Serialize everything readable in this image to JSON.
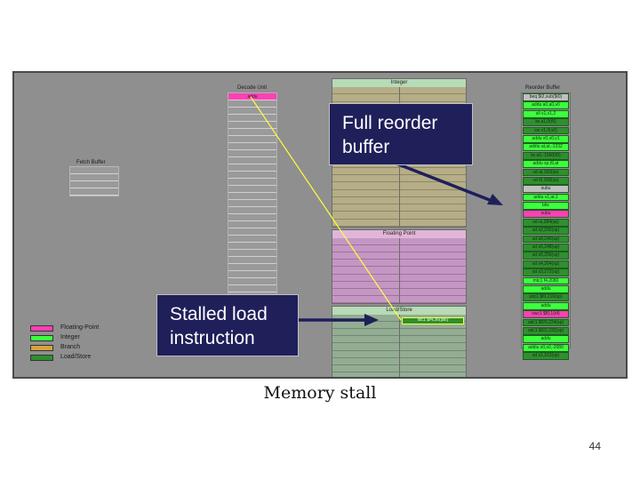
{
  "figure": {
    "caption": "Memory stall",
    "page_number": "44"
  },
  "units": {
    "fetch": {
      "label": "Fetch Buffer"
    },
    "decode": {
      "label": "Decode Unit",
      "head_entry": "addu"
    },
    "integer": {
      "label": "Integer"
    },
    "floating_point": {
      "label": "Floating Point"
    },
    "load_store": {
      "label": "Load/Store",
      "stalled_entry": "ldc1 $f4,36($t6)"
    },
    "reorder_buffer": {
      "label": "Reorder Buffer"
    }
  },
  "reorder_buffer_entries": [
    {
      "text": "beq $t2,sub($t0)",
      "kind": "plain"
    },
    {
      "text": "addu a0,a0,v0",
      "kind": "int"
    },
    {
      "text": "sll v1,v1,2",
      "kind": "int"
    },
    {
      "text": "lw a1,0(t5)",
      "kind": "ls"
    },
    {
      "text": "sw v1,0(s0)",
      "kind": "ls"
    },
    {
      "text": "addu v0,v0,v1",
      "kind": "int"
    },
    {
      "text": "addiu at,at,-1332",
      "kind": "int"
    },
    {
      "text": "lw a0,-1560(t0)",
      "kind": "ls"
    },
    {
      "text": "addu sp,t9,at",
      "kind": "int"
    },
    {
      "text": "sd at,100(sp)",
      "kind": "ls"
    },
    {
      "text": "sd t0,108(sp)",
      "kind": "ls"
    },
    {
      "text": "subu",
      "kind": "plain"
    },
    {
      "text": "addu v1,at,1",
      "kind": "int"
    },
    {
      "text": "bltz",
      "kind": "int"
    },
    {
      "text": "subu",
      "kind": "fp"
    },
    {
      "text": "sd ra,284(sp)",
      "kind": "ls"
    },
    {
      "text": "sd s2,292(sp)",
      "kind": "ls"
    },
    {
      "text": "sd s8,240(sp)",
      "kind": "ls"
    },
    {
      "text": "sd s6,248(sp)",
      "kind": "ls"
    },
    {
      "text": "sd s5,256(sp)",
      "kind": "ls"
    },
    {
      "text": "sd s4,264(sp)",
      "kind": "ls"
    },
    {
      "text": "sd s3,272(sp)",
      "kind": "ls"
    },
    {
      "text": "mtc1 f4,2080",
      "kind": "int"
    },
    {
      "text": "addu",
      "kind": "int"
    },
    {
      "text": "sdc1 $f0,216(sp)",
      "kind": "ls"
    },
    {
      "text": "addu",
      "kind": "int"
    },
    {
      "text": "swc1 $f0,1(t4)",
      "kind": "fp"
    },
    {
      "text": "sdc1 $f20,224(sp)",
      "kind": "ls"
    },
    {
      "text": "sdc1 $f22,232(sp)",
      "kind": "ls"
    },
    {
      "text": "addu",
      "kind": "int"
    },
    {
      "text": "addiu s0,s0,-2080",
      "kind": "int"
    },
    {
      "text": "sd s1,312(sp)",
      "kind": "ls"
    }
  ],
  "legend": [
    {
      "label": "Floating-Point",
      "color": "#ff3fb6"
    },
    {
      "label": "Integer",
      "color": "#3dff3d"
    },
    {
      "label": "Branch",
      "color": "#d8a13c"
    },
    {
      "label": "Load/Store",
      "color": "#2f8f2f"
    }
  ],
  "callouts": {
    "full_reorder_buffer": "Full reorder buffer",
    "stalled_load": "Stalled load instruction"
  },
  "colors": {
    "integer_unit": "#b7dab7",
    "integer_body": "#b5ae86",
    "fp_unit": "#e0b6d8",
    "fp_body": "#c596c4",
    "ls_unit": "#b7dab7",
    "ls_body": "#93ad93",
    "callout_bg": "#1f1f5a",
    "dependency_line": "#ffff3a"
  }
}
